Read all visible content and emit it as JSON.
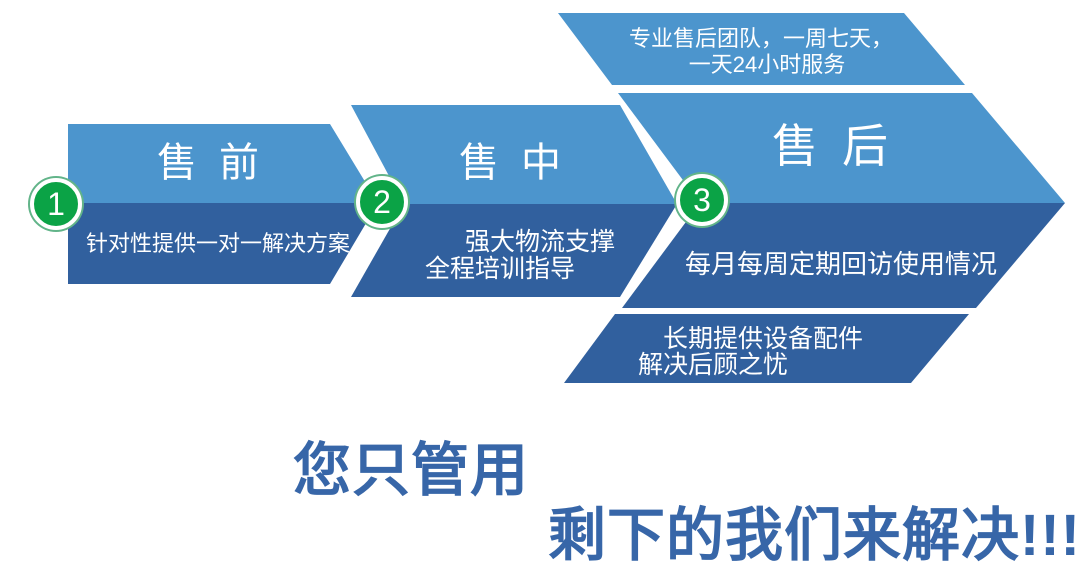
{
  "steps": [
    {
      "number": "1",
      "title": "售前",
      "desc": "针对性提供一对一解决方案"
    },
    {
      "number": "2",
      "title": "售中",
      "desc_line1": "强大物流支撑",
      "desc_line2": "全程培训指导"
    },
    {
      "number": "3",
      "title": "售后",
      "desc": "每月每周定期回访使用情况",
      "top_note_line1": "专业售后团队，一周七天，",
      "top_note_line2": "一天24小时服务",
      "bottom_note_line1": "长期提供设备配件",
      "bottom_note_line2": "解决后顾之忧"
    }
  ],
  "slogan": {
    "line1": "您只管用",
    "line2": "剩下的我们来解决!!!"
  },
  "colors": {
    "light_blue": "#4C95CD",
    "dark_blue": "#31609E",
    "green": "#0BA346",
    "badge_ring": "#62B489",
    "slogan_blue": "#3766A8",
    "text": "#FFFFFF"
  }
}
